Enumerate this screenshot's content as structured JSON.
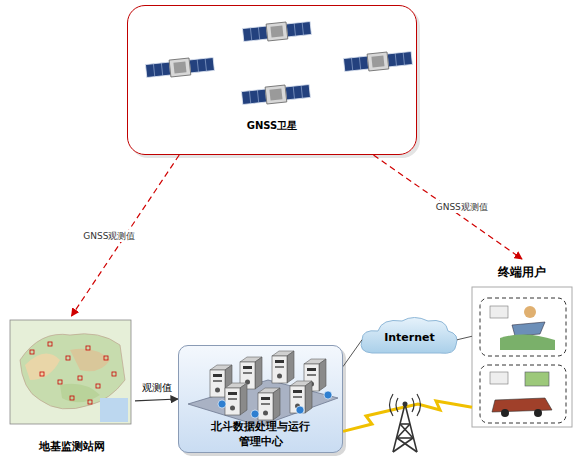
{
  "diagram": {
    "nodes": [
      {
        "text": [
          "GNSS卫星"
        ]
      },
      {
        "text": [
          "地基监测站网"
        ]
      },
      {
        "text": [
          "北斗数据处理与运行管理中心"
        ]
      },
      {
        "text": [
          "Internet"
        ]
      },
      {
        "text": [
          "终端用户"
        ]
      }
    ],
    "edges": [
      {
        "from": 0,
        "to": 1,
        "arrow": "to",
        "label": "GNSS观测值"
      },
      {
        "from": 0,
        "to": 4,
        "arrow": "to",
        "label": "GNSS观测值"
      },
      {
        "from": 1,
        "to": 2,
        "arrow": "to",
        "label": "观测值"
      },
      {
        "from": 2,
        "to": 3,
        "arrow": "none"
      },
      {
        "from": 3,
        "to": 4,
        "arrow": "none"
      },
      {
        "from": 2,
        "to": 4,
        "arrow": "none"
      }
    ]
  }
}
